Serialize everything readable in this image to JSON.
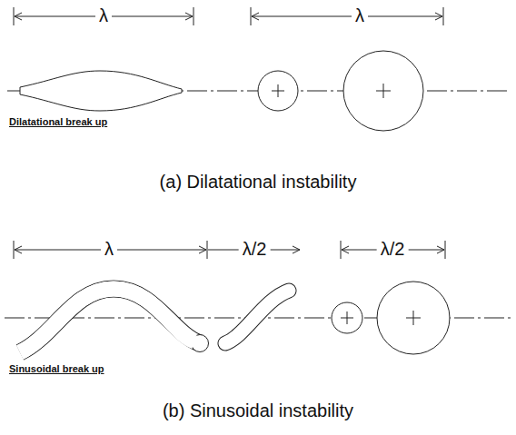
{
  "diagram": {
    "labels": [
      "λ",
      "λ",
      "Dilatational break up",
      "(a) Dilatational instability",
      "λ",
      "λ/2",
      "λ/2",
      "Sinusoidal break up",
      "(b) Sinusoidal instability"
    ]
  }
}
